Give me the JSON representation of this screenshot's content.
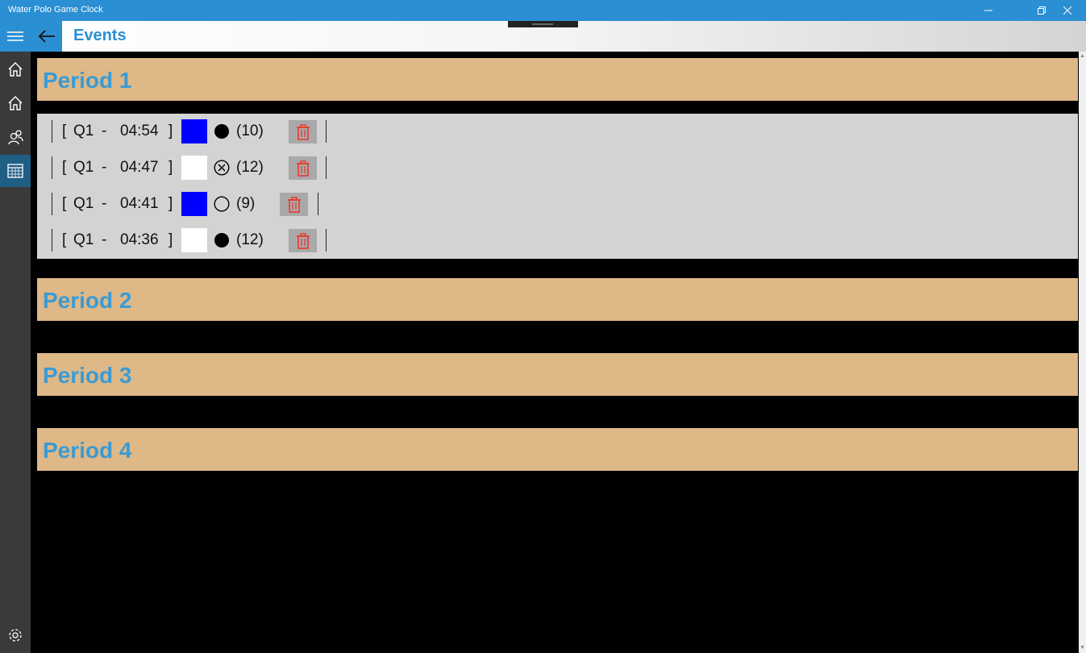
{
  "window": {
    "title": "Water Polo Game Clock"
  },
  "header": {
    "title": "Events"
  },
  "periods": [
    {
      "label": "Period 1"
    },
    {
      "label": "Period 2"
    },
    {
      "label": "Period 3"
    },
    {
      "label": "Period 4"
    }
  ],
  "events": [
    {
      "open_bracket": "[",
      "quarter": "Q1",
      "dash": "-",
      "time": "04:54",
      "close_bracket": "]",
      "team_color": "#0000ff",
      "symbol": "filled-circle-icon",
      "player": "(10)"
    },
    {
      "open_bracket": "[",
      "quarter": "Q1",
      "dash": "-",
      "time": "04:47",
      "close_bracket": "]",
      "team_color": "#ffffff",
      "symbol": "circled-x-icon",
      "player": "(12)"
    },
    {
      "open_bracket": "[",
      "quarter": "Q1",
      "dash": "-",
      "time": "04:41",
      "close_bracket": "]",
      "team_color": "#0000ff",
      "symbol": "empty-circle-icon",
      "player": "(9)"
    },
    {
      "open_bracket": "[",
      "quarter": "Q1",
      "dash": "-",
      "time": "04:36",
      "close_bracket": "]",
      "team_color": "#ffffff",
      "symbol": "filled-circle-icon",
      "player": "(12)"
    }
  ],
  "colors": {
    "accent": "#2b8fd3",
    "period_header_bg": "#deb887",
    "period_title": "#3a9bd4",
    "event_bg": "#d3d3d3",
    "delete_icon": "#e8392f"
  }
}
